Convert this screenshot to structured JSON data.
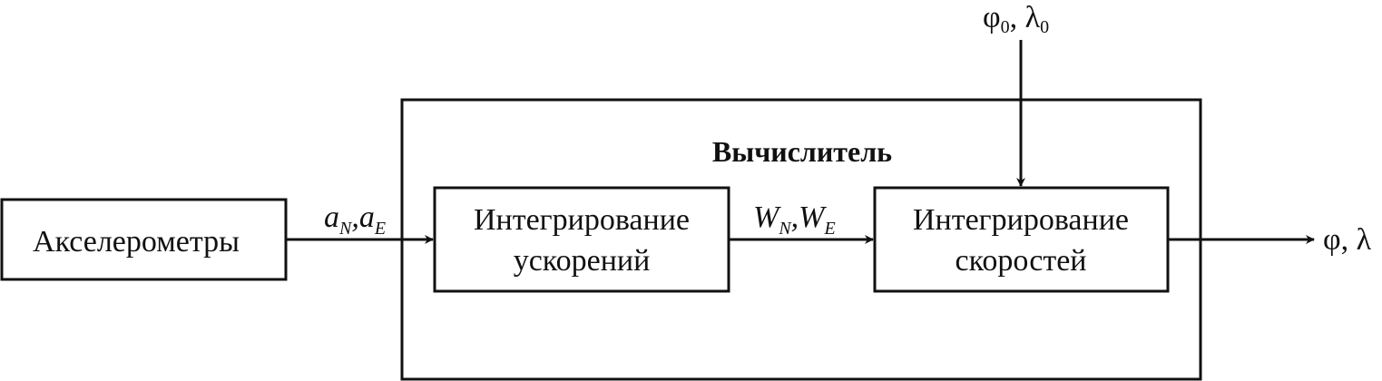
{
  "nodes": {
    "accelerometers": {
      "label": "Акселерометры"
    },
    "computer": {
      "label": "Вычислитель"
    },
    "accel_integration": {
      "line1": "Интегрирование",
      "line2": "ускорений"
    },
    "velocity_integration": {
      "line1": "Интегрирование",
      "line2": "скоростей"
    }
  },
  "edges": {
    "accel_signal": {
      "a1": "a",
      "s1": "N",
      "sep": ",",
      "a2": "a",
      "s2": "E"
    },
    "velocity_signal": {
      "w1": "W",
      "s1": "N",
      "sep": ",",
      "w2": "W",
      "s2": "E"
    },
    "initial_conditions": {
      "phi": "φ",
      "s1": "0",
      "sep": ", ",
      "lam": "λ",
      "s2": "0"
    },
    "output": {
      "label": "φ, λ"
    }
  },
  "colors": {
    "stroke": "#111111",
    "background": "#ffffff"
  }
}
